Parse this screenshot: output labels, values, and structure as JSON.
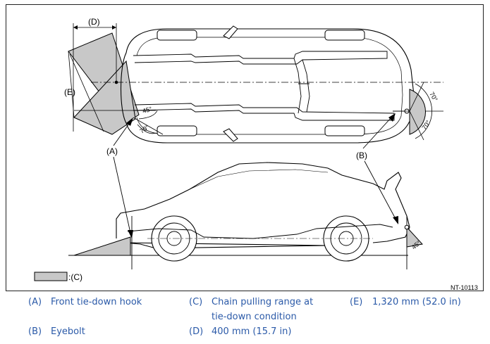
{
  "figure": {
    "callouts": {
      "a": "(A)",
      "b": "(B)",
      "d": "(D)",
      "e": "(E)"
    },
    "angles": {
      "front_45": "45°",
      "front_70": "70°",
      "rear_70_upper": "70°",
      "rear_70_lower": "70°",
      "side_45": "45°"
    },
    "shading_key_label": ":(C)",
    "figure_id": "NT-10113",
    "colors": {
      "shading": "#c8c8c8",
      "line": "#000000",
      "legend_text": "#2b5aa8"
    }
  },
  "legend": [
    {
      "key": "(A)",
      "text": "Front tie-down hook"
    },
    {
      "key": "(C)",
      "text": "Chain pulling range at tie-down condition"
    },
    {
      "key": "(E)",
      "text": "1,320 mm (52.0 in)"
    },
    {
      "key": "(B)",
      "text": "Eyebolt"
    },
    {
      "key": "(D)",
      "text": "400 mm (15.7 in)"
    }
  ]
}
